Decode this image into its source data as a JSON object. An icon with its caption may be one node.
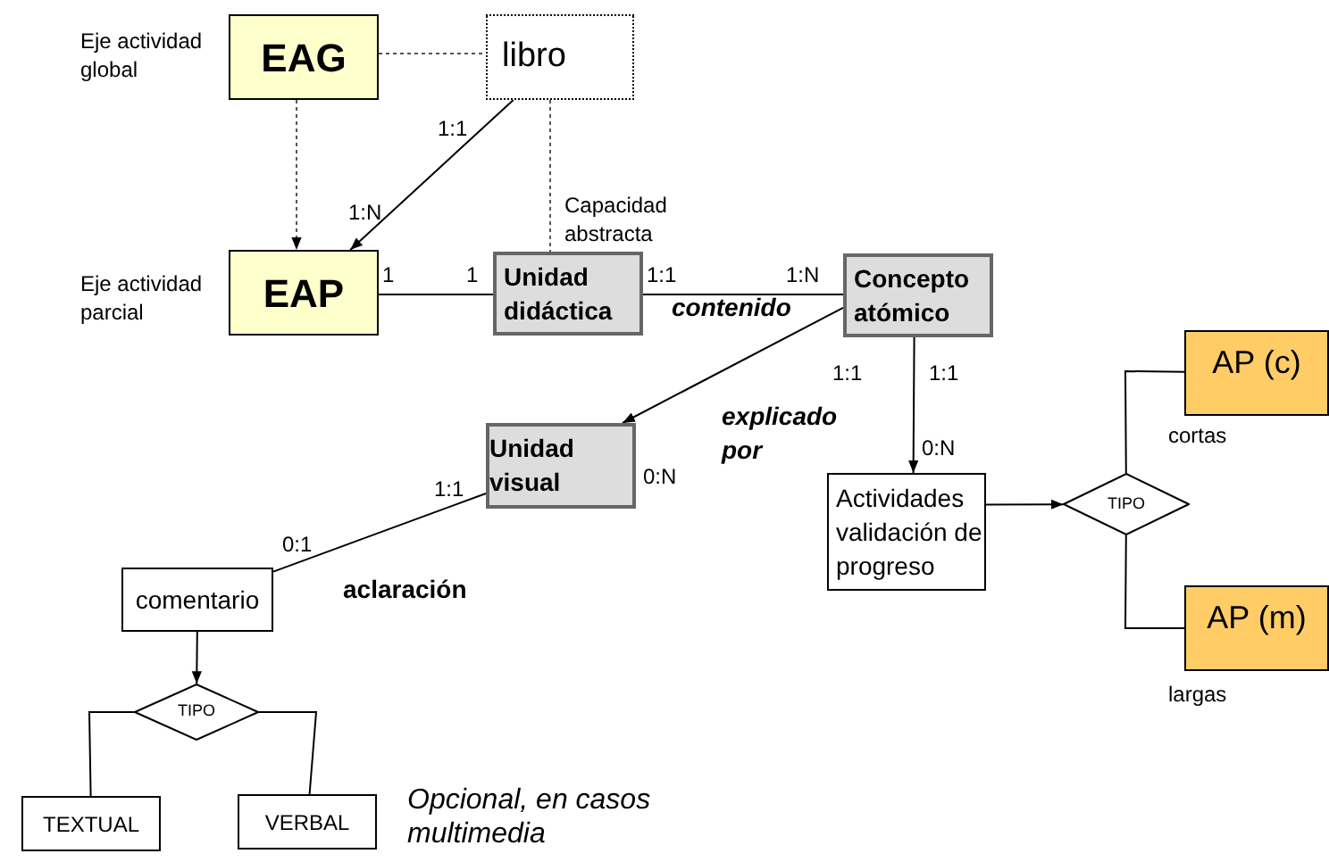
{
  "diagram": {
    "nodes": [
      {
        "text": [
          "EAG"
        ],
        "beside": [
          "Eje actividad global"
        ]
      },
      {
        "text": [
          "libro"
        ]
      },
      {
        "text": [
          "EAP"
        ],
        "beside": [
          "Eje actividad parcial"
        ]
      },
      {
        "text": [
          "Unidad didáctica"
        ]
      },
      {
        "text": [
          "Concepto atómico"
        ]
      },
      {
        "text": [
          "Unidad visual"
        ]
      },
      {
        "text": [
          "Actividades validación de progreso"
        ]
      },
      {
        "text": [
          "TIPO"
        ]
      },
      {
        "text": [
          "AP (c)"
        ],
        "beside": [
          "cortas"
        ]
      },
      {
        "text": [
          "AP (m)"
        ],
        "beside": [
          "largas"
        ]
      },
      {
        "text": [
          "comentario"
        ]
      },
      {
        "text": [
          "TIPO"
        ]
      },
      {
        "text": [
          "TEXTUAL"
        ]
      },
      {
        "text": [
          "VERBAL"
        ]
      }
    ],
    "edges": [
      {
        "from": 0,
        "to": 1,
        "arrow": "none",
        "style": "dashed"
      },
      {
        "from": 0,
        "to": 2,
        "arrow": "to",
        "style": "dashed"
      },
      {
        "from": 1,
        "to": 2,
        "arrow": "to"
      },
      {
        "from": 1,
        "to": 3,
        "arrow": "none",
        "style": "dashed"
      },
      {
        "from": 2,
        "to": 3,
        "arrow": "none"
      },
      {
        "from": 3,
        "to": 4,
        "arrow": "none",
        "label": "contenido"
      },
      {
        "from": 4,
        "to": 5,
        "arrow": "to",
        "label": "explicado por"
      },
      {
        "from": 4,
        "to": 6,
        "arrow": "to"
      },
      {
        "from": 6,
        "to": 7,
        "arrow": "to"
      },
      {
        "from": 7,
        "to": 8,
        "arrow": "none"
      },
      {
        "from": 7,
        "to": 9,
        "arrow": "none"
      },
      {
        "from": 5,
        "to": 10,
        "arrow": "none",
        "label": "aclaración"
      },
      {
        "from": 10,
        "to": 11,
        "arrow": "to"
      },
      {
        "from": 11,
        "to": 12,
        "arrow": "none"
      },
      {
        "from": 11,
        "to": 13,
        "arrow": "none"
      }
    ],
    "labels": [
      "1:1",
      "1:N",
      "Capacidad abstracta",
      "1",
      "1",
      "1:1",
      "1:N",
      "1:1",
      "1:1",
      "0:N",
      "0:N",
      "1:1",
      "0:1",
      "Opcional, en casos multimedia"
    ]
  }
}
